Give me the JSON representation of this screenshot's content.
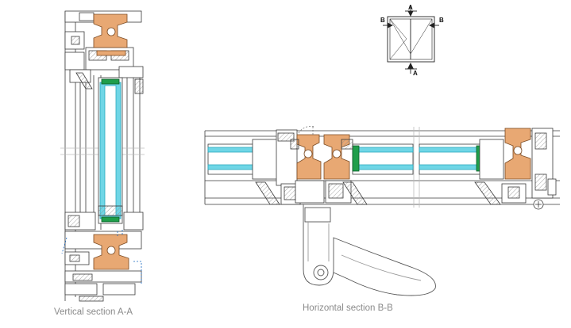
{
  "captions": {
    "vertical": "Vertical section A-A",
    "horizontal": "Horizontal section B-B"
  },
  "key_plan": {
    "labels": {
      "top": "A",
      "bottom": "A",
      "left": "B",
      "right": "B"
    }
  },
  "colors": {
    "glass": "#6fd6e6",
    "glass_edge": "#2aa9bd",
    "insulation": "#e8a873",
    "gasket": "#1f9e4a",
    "aluminium": "#ffffff",
    "line": "#3a3a3a",
    "hatch": "#9c9c9c",
    "dimension": "#1565c0"
  },
  "icons": [
    "window-key-plan-icon",
    "door-handle-icon",
    "section-arrow-icon"
  ]
}
